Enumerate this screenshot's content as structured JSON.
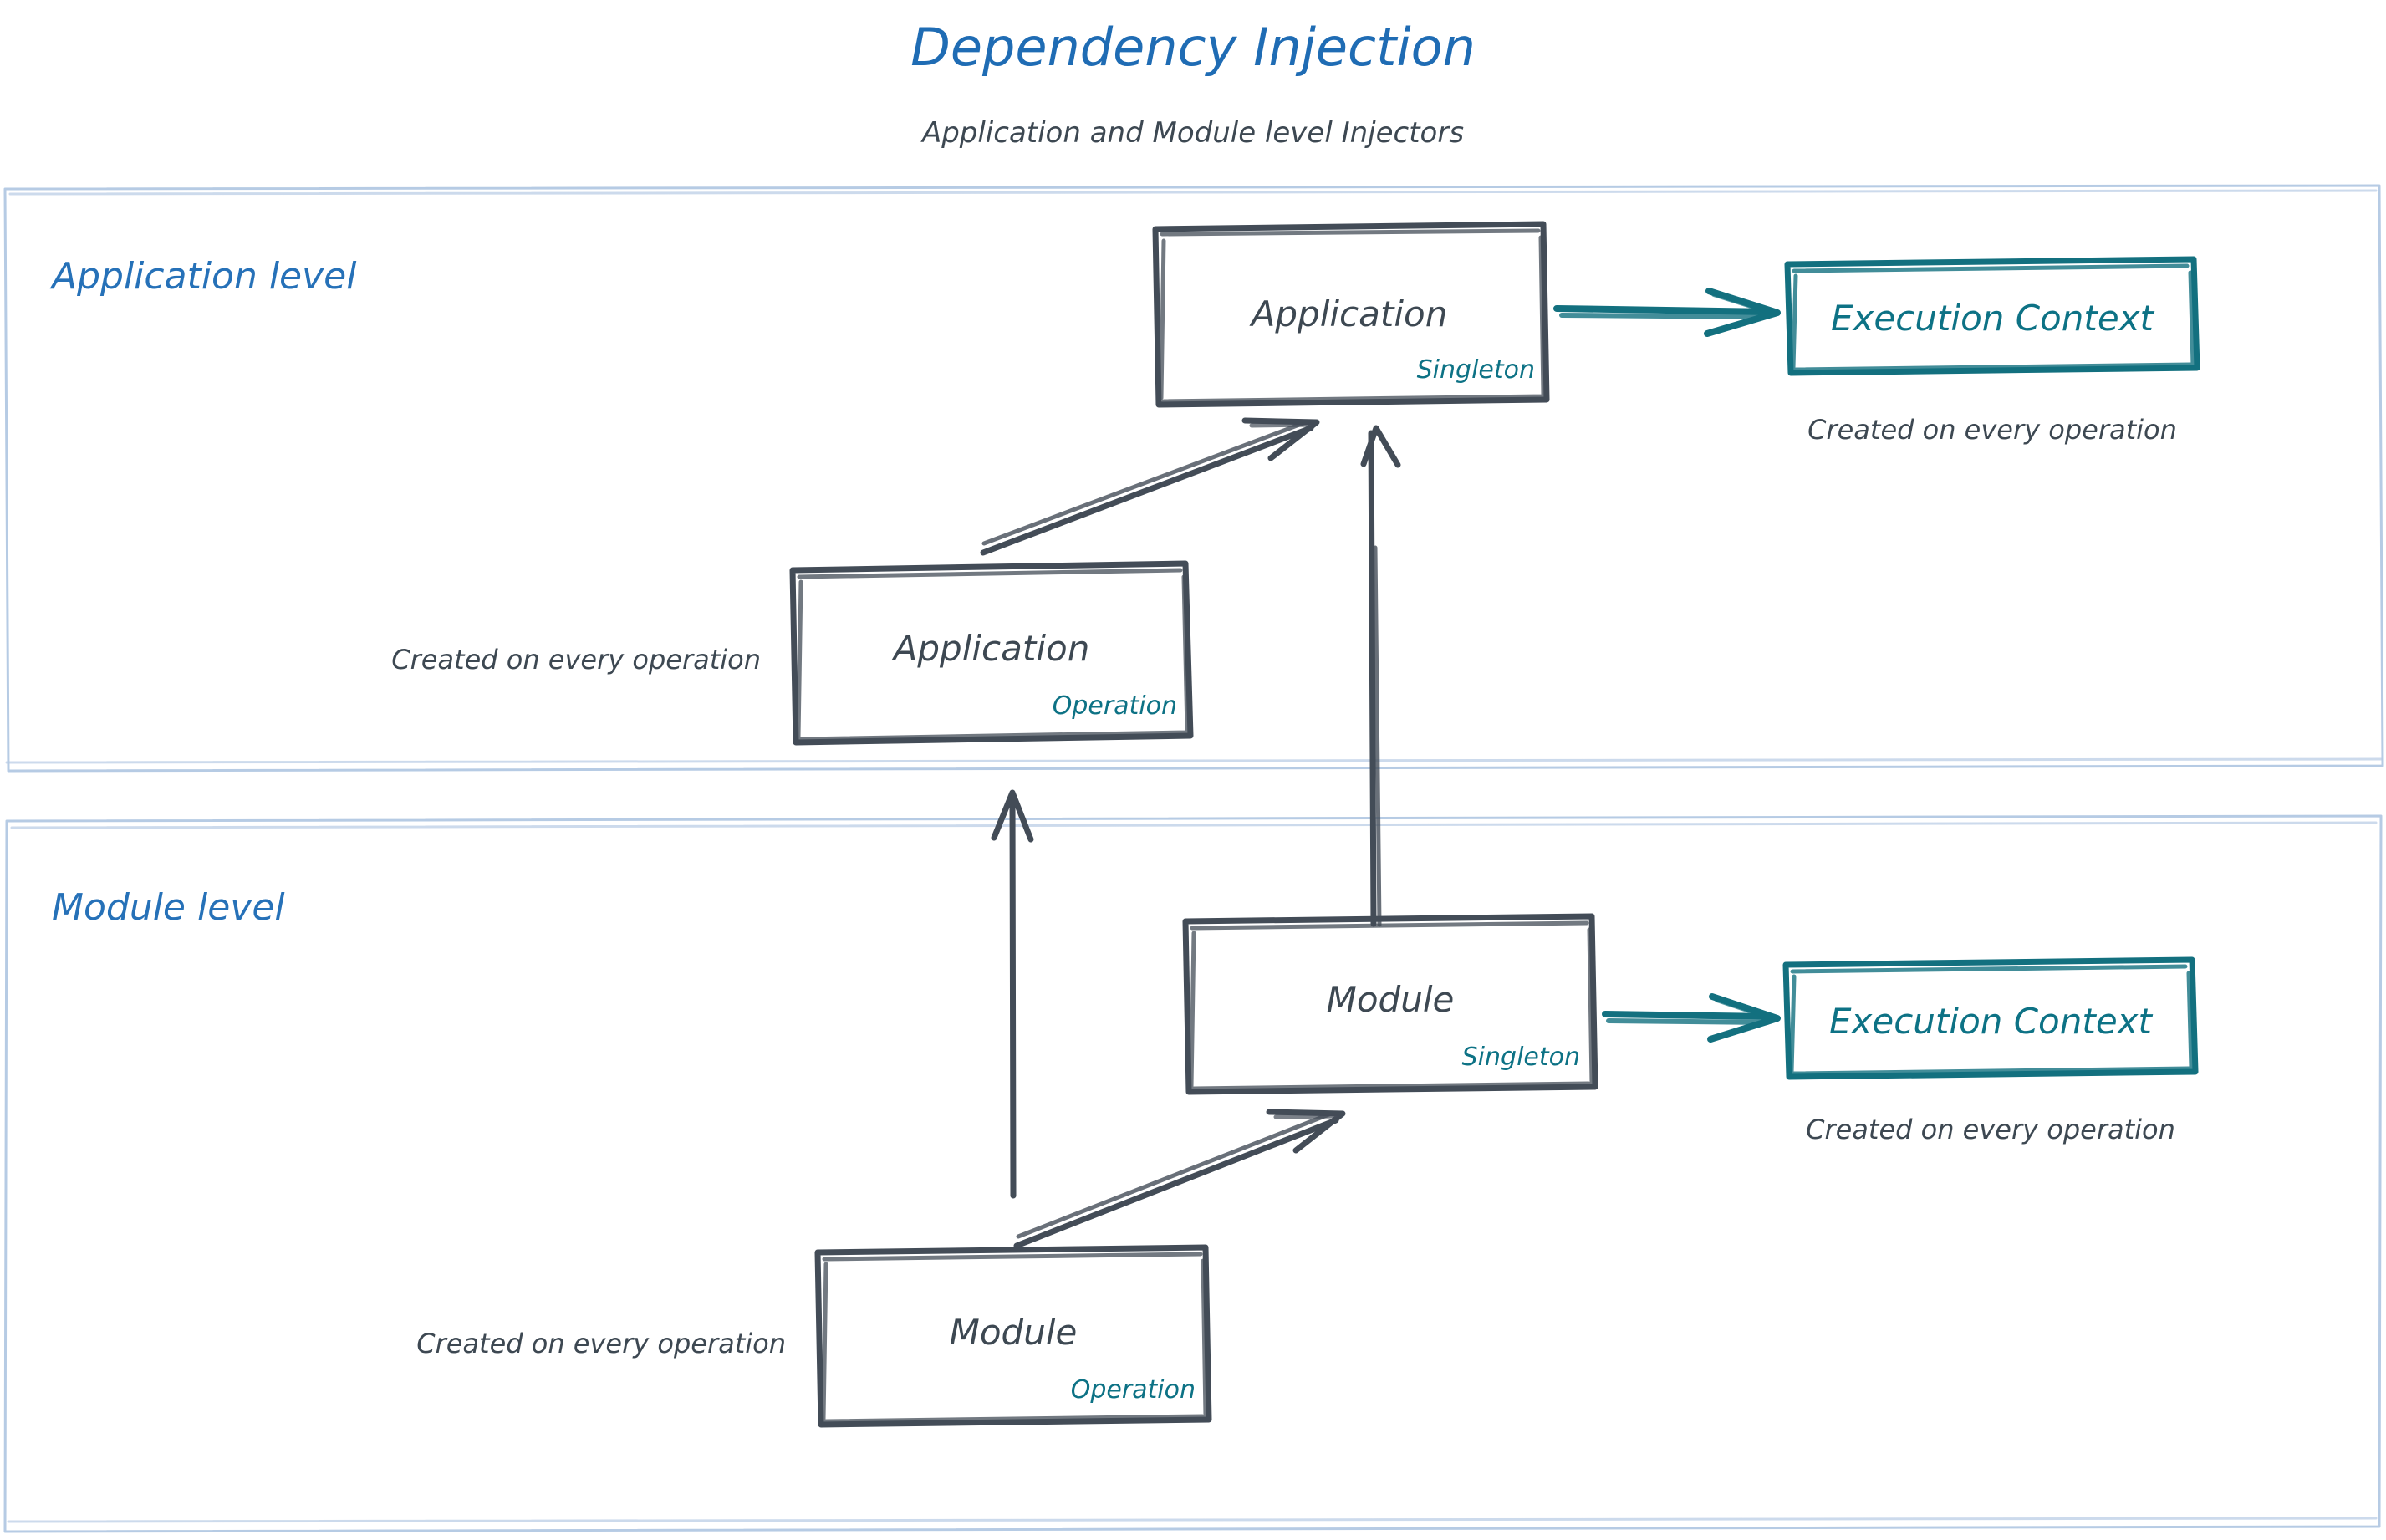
{
  "header": {
    "title": "Dependency Injection",
    "subtitle": "Application and Module level Injectors"
  },
  "colors": {
    "title_blue": "#1f6cb4",
    "level_blue": "#2671b8",
    "ink_dark": "#3d4852",
    "teal": "#0d7285",
    "frame_blue": "#b6cbe4",
    "background": "#ffffff"
  },
  "sections": [
    {
      "id": "application-level",
      "label": "Application level",
      "nodes": [
        {
          "id": "application-singleton",
          "title": "Application",
          "tag": "Singleton",
          "style": "dark-box"
        },
        {
          "id": "application-execution-context",
          "title": "Execution Context",
          "tag": "",
          "style": "teal-box",
          "note": "Created on every operation"
        },
        {
          "id": "application-operation",
          "title": "Application",
          "tag": "Operation",
          "style": "dark-box",
          "note": "Created on every operation"
        }
      ]
    },
    {
      "id": "module-level",
      "label": "Module level",
      "nodes": [
        {
          "id": "module-singleton",
          "title": "Module",
          "tag": "Singleton",
          "style": "dark-box"
        },
        {
          "id": "module-execution-context",
          "title": "Execution Context",
          "tag": "",
          "style": "teal-box",
          "note": "Created on every operation"
        },
        {
          "id": "module-operation",
          "title": "Module",
          "tag": "Operation",
          "style": "dark-box",
          "note": "Created on every operation"
        }
      ]
    }
  ],
  "notes": {
    "app_ec_note": "Created on every operation",
    "app_op_note": "Created on every operation",
    "mod_ec_note": "Created on every operation",
    "mod_op_note": "Created on every operation"
  },
  "edges": [
    {
      "id": "app-singleton-to-app-ec",
      "from": "application-singleton",
      "to": "application-execution-context",
      "color": "teal",
      "direction": "right"
    },
    {
      "id": "app-op-to-app-singleton",
      "from": "application-operation",
      "to": "application-singleton",
      "color": "dark",
      "direction": "up-right"
    },
    {
      "id": "module-singleton-to-app-singleton",
      "from": "module-singleton",
      "to": "application-singleton",
      "color": "dark",
      "direction": "up"
    },
    {
      "id": "module-op-to-app-op",
      "from": "module-operation",
      "to": "application-operation",
      "color": "dark",
      "direction": "up"
    },
    {
      "id": "module-singleton-to-module-ec",
      "from": "module-singleton",
      "to": "module-execution-context",
      "color": "teal",
      "direction": "right"
    },
    {
      "id": "module-op-to-module-singleton",
      "from": "module-operation",
      "to": "module-singleton",
      "color": "dark",
      "direction": "up-right"
    }
  ]
}
